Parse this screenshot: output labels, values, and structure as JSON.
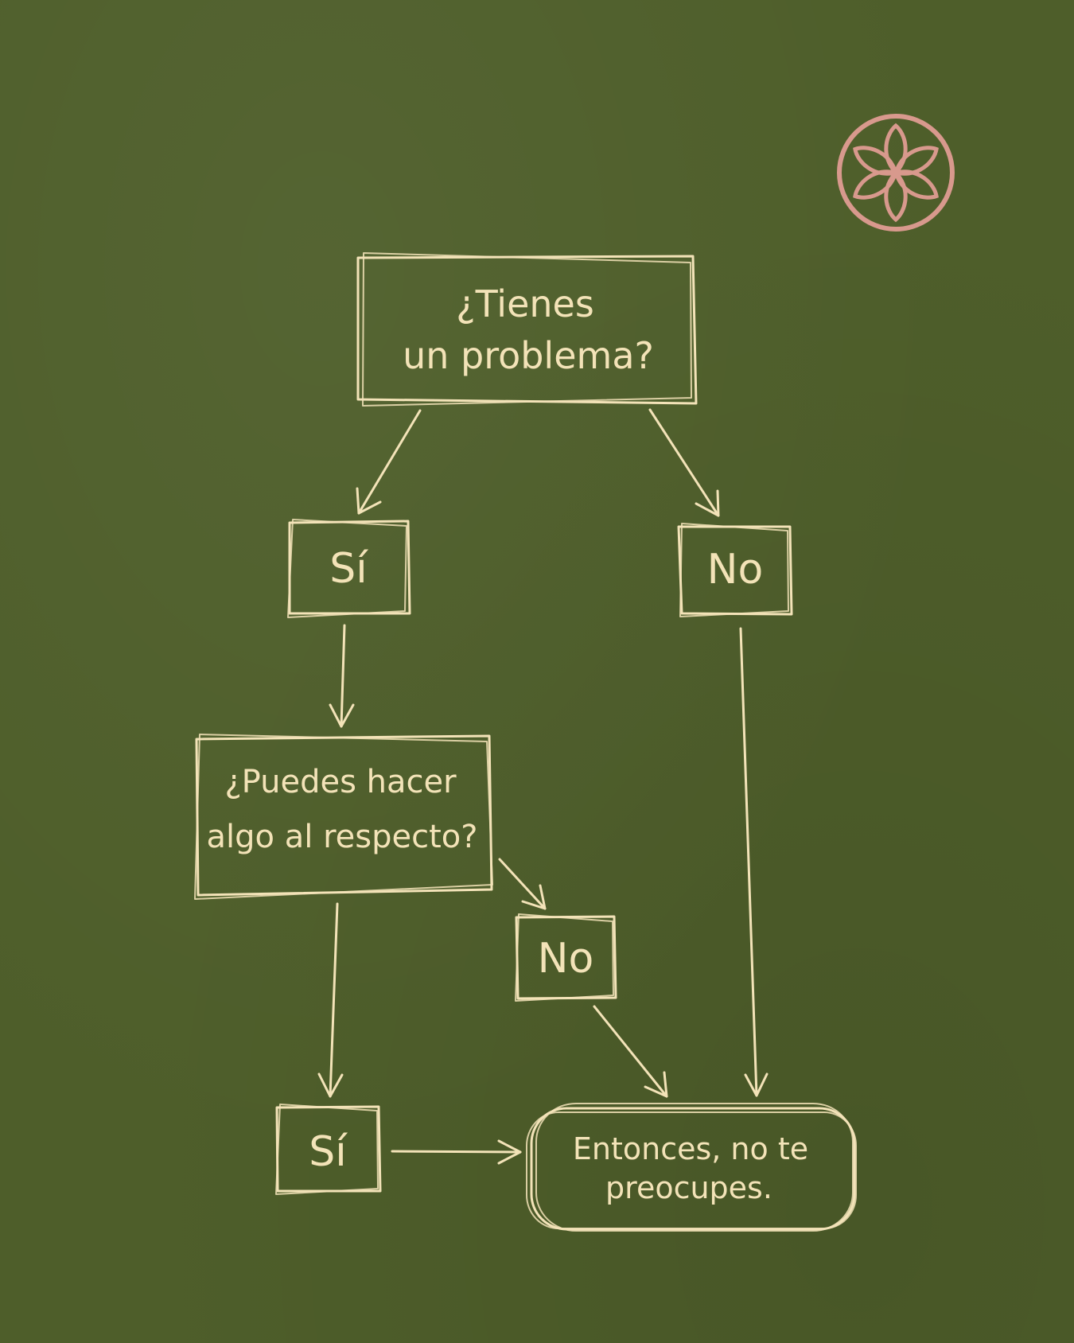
{
  "colors": {
    "background": "#4e5e2a",
    "chalk": "#f3e3b8",
    "logo": "#d8998d"
  },
  "logo": {
    "icon": "flower-icon"
  },
  "nodes": {
    "start": {
      "line1": "¿Tienes",
      "line2": "un problema?"
    },
    "yes1": {
      "label": "Sí"
    },
    "no1": {
      "label": "No"
    },
    "question2": {
      "line1": "¿Puedes hacer",
      "line2": "algo al respecto?"
    },
    "no2": {
      "label": "No"
    },
    "yes2": {
      "label": "Sí"
    },
    "end": {
      "line1": "Entonces, no te",
      "line2": "preocupes."
    }
  }
}
